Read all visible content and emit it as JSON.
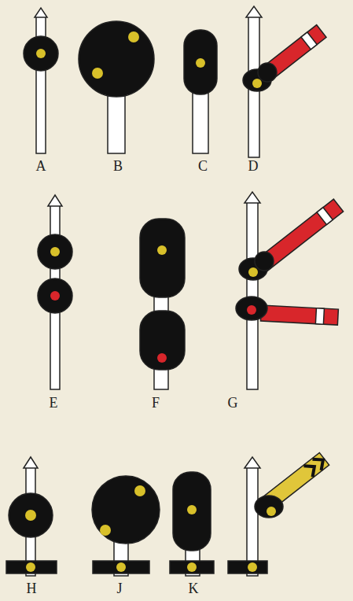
{
  "diagram": {
    "labels": [
      "A",
      "B",
      "C",
      "D",
      "E",
      "F",
      "G",
      "H",
      "J",
      "K"
    ]
  }
}
